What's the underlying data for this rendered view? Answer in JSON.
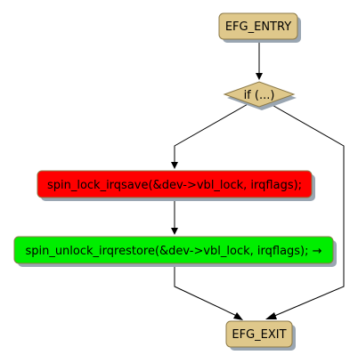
{
  "diagram": {
    "type": "flowchart",
    "nodes": {
      "entry": {
        "label": "EFG_ENTRY",
        "shape": "rounded-rect",
        "fill": "#dfc88b"
      },
      "if": {
        "label": "if (...)",
        "shape": "diamond",
        "fill": "#dfc88b"
      },
      "lock": {
        "label": "spin_lock_irqsave(&dev->vbl_lock, irqflags);",
        "shape": "rounded-rect",
        "fill": "#ff0000"
      },
      "unlock": {
        "label": "spin_unlock_irqrestore(&dev->vbl_lock, irqflags); →",
        "shape": "rounded-rect",
        "fill": "#00ee00"
      },
      "exit": {
        "label": "EFG_EXIT",
        "shape": "rounded-rect",
        "fill": "#dfc88b"
      }
    },
    "edges": [
      {
        "from": "entry",
        "to": "if"
      },
      {
        "from": "if",
        "to": "lock"
      },
      {
        "from": "if",
        "to": "exit"
      },
      {
        "from": "lock",
        "to": "unlock"
      },
      {
        "from": "unlock",
        "to": "exit"
      }
    ],
    "colors": {
      "stroke": "#000000",
      "shadow": "#9aa6b2",
      "node_border": "#8c7a48"
    }
  }
}
